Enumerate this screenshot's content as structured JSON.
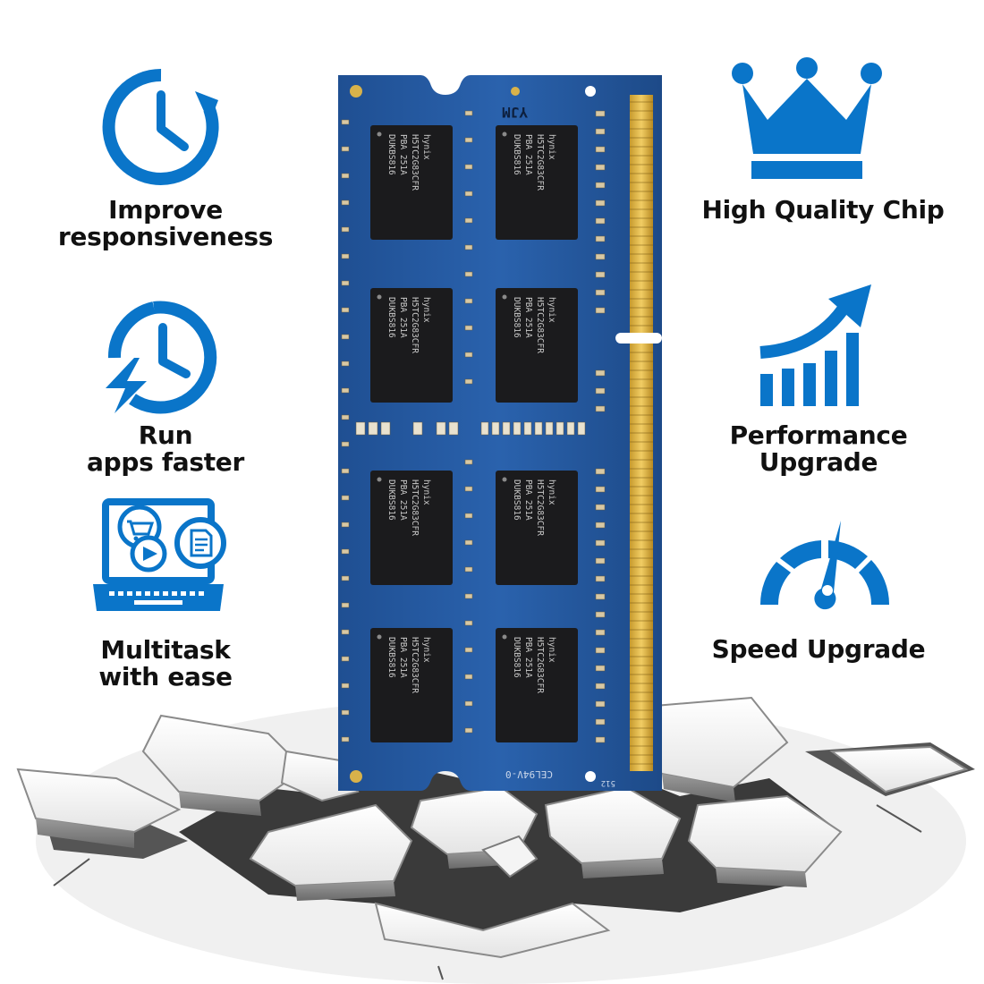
{
  "brand_color": "#0a75c9",
  "features_left": [
    {
      "icon": "clock-refresh-icon",
      "lines": [
        "Improve",
        "responsiveness"
      ]
    },
    {
      "icon": "lightning-clock-icon",
      "lines": [
        "Run",
        "apps faster"
      ]
    },
    {
      "icon": "laptop-multitask-icon",
      "lines": [
        "Multitask",
        "with ease"
      ]
    }
  ],
  "features_right": [
    {
      "icon": "crown-icon",
      "lines": [
        "High Quality Chip"
      ]
    },
    {
      "icon": "growth-chart-icon",
      "lines": [
        "Performance",
        "Upgrade"
      ]
    },
    {
      "icon": "speedometer-icon",
      "lines": [
        "Speed Upgrade"
      ]
    }
  ],
  "module": {
    "label_top": "YJM",
    "label_bottom": "CEL94V-0",
    "pin_label": "512",
    "chip_text": [
      "hynix",
      "H5TC2G83CFR",
      "PBA  251A",
      "DUKBS816"
    ]
  }
}
